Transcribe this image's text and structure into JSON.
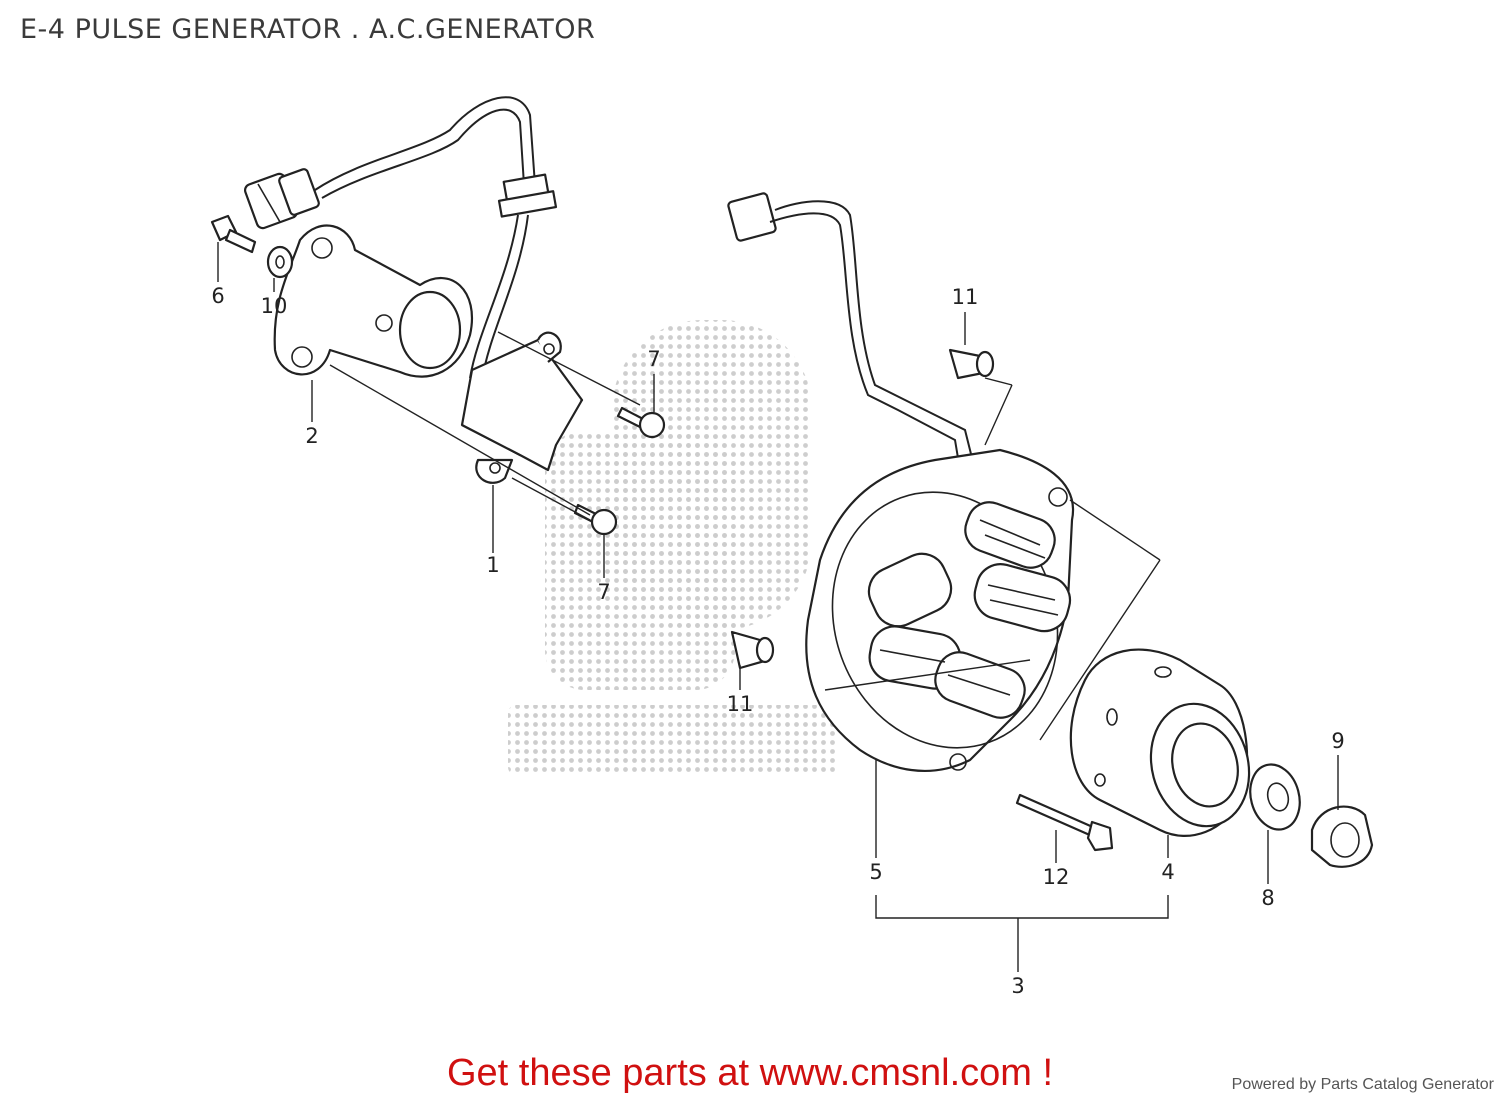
{
  "title": "E-4 PULSE GENERATOR . A.C.GENERATOR",
  "call_to_action": "Get these parts at www.cmsnl.com !",
  "powered_by": "Powered by Parts Catalog Generator",
  "accent_color": "#d01010",
  "callouts": {
    "c1": "1",
    "c2": "2",
    "c3": "3",
    "c4": "4",
    "c5": "5",
    "c6": "6",
    "c7a": "7",
    "c7b": "7",
    "c8": "8",
    "c9": "9",
    "c10": "10",
    "c11a": "11",
    "c11b": "11",
    "c12": "12"
  }
}
